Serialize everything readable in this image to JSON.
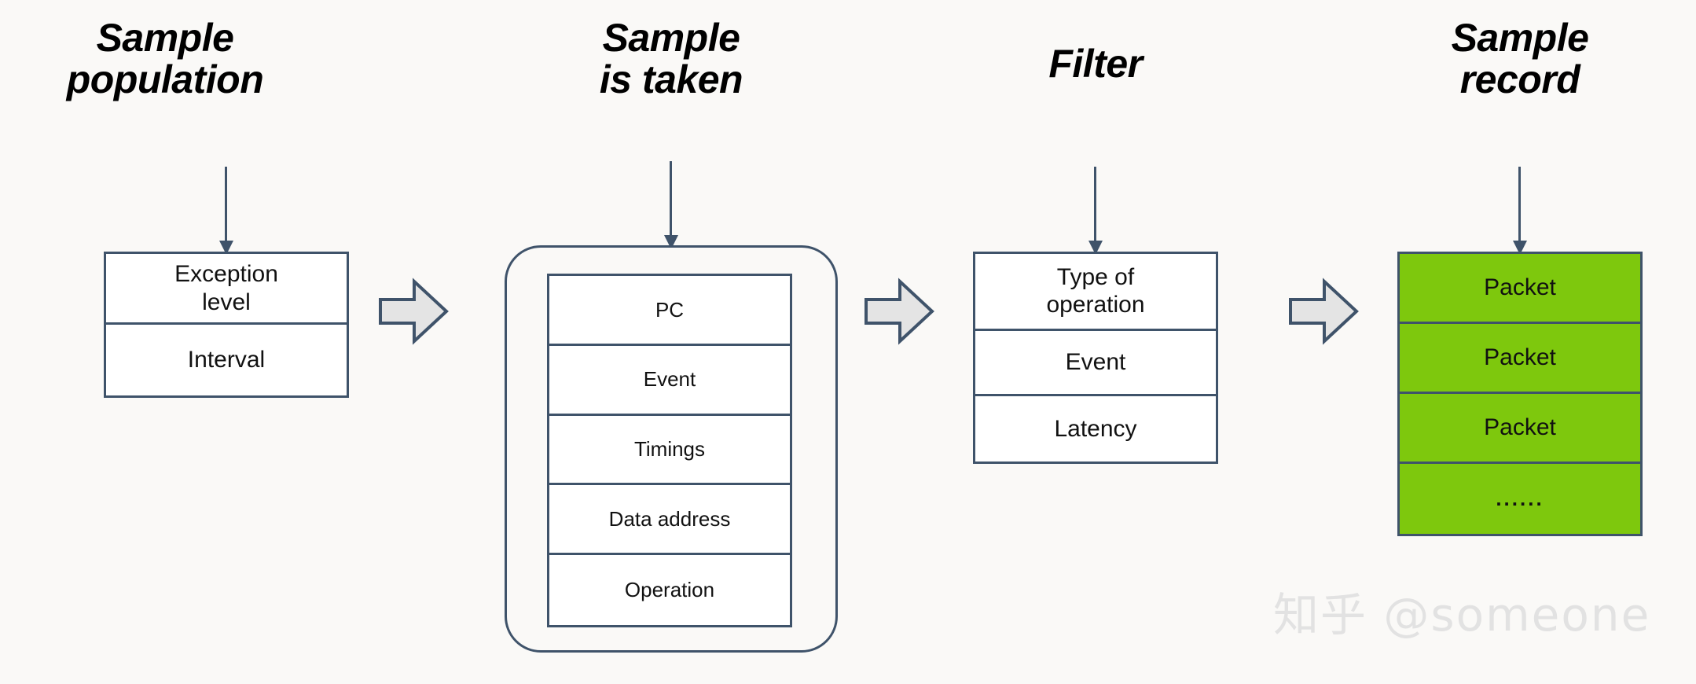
{
  "background_color": "#faf9f7",
  "line_color": "#3f536a",
  "accent_green": "#7ec80d",
  "arrow_fill": "#e4e4e4",
  "headings": [
    {
      "id": "sample-population",
      "text": "Sample\npopulation"
    },
    {
      "id": "sample-is-taken",
      "text": "Sample\nis taken"
    },
    {
      "id": "filter",
      "text": "Filter"
    },
    {
      "id": "sample-record",
      "text": "Sample\nrecord"
    }
  ],
  "stages": {
    "sample_population": {
      "title": "Sample population",
      "rows": [
        "Exception\nlevel",
        "Interval"
      ]
    },
    "sample_is_taken": {
      "title": "Sample is taken",
      "container": "rounded",
      "rows": [
        "PC",
        "Event",
        "Timings",
        "Data address",
        "Operation"
      ]
    },
    "filter": {
      "title": "Filter",
      "rows": [
        "Type of\noperation",
        "Event",
        "Latency"
      ]
    },
    "sample_record": {
      "title": "Sample record",
      "rows": [
        "Packet",
        "Packet",
        "Packet",
        "......"
      ]
    }
  },
  "connectors": {
    "block_arrow_icon": "right-block-arrow-icon",
    "feed_arrow_icon": "down-arrow-icon",
    "count_block_arrows": 3,
    "count_feed_arrows": 4
  },
  "watermark": {
    "text": "知乎 @someone"
  }
}
